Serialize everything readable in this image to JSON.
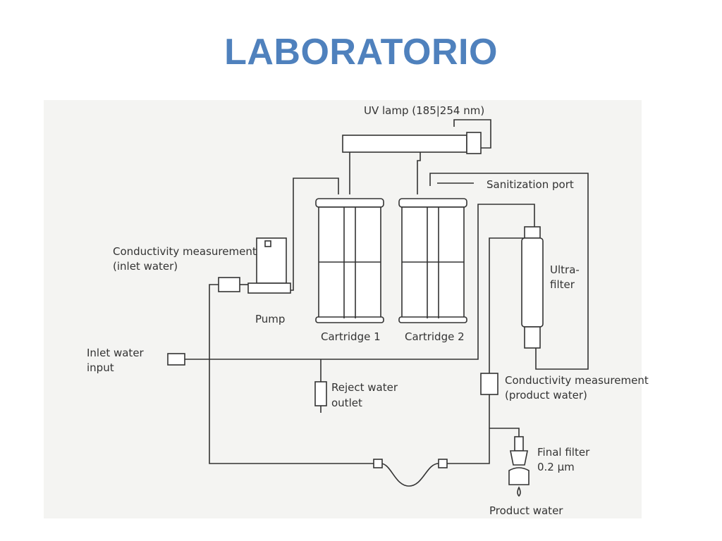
{
  "title": "LABORATORIO",
  "labels": {
    "uv_lamp": "UV lamp (185|254 nm)",
    "sanitization_port": "Sanitization port",
    "conductivity_inlet_1": "Conductivity measurement",
    "conductivity_inlet_2": "(inlet water)",
    "pump": "Pump",
    "cartridge_1": "Cartridge 1",
    "cartridge_2": "Cartridge 2",
    "ultrafilter_1": "Ultra-",
    "ultrafilter_2": "filter",
    "inlet_water_1": "Inlet water",
    "inlet_water_2": "input",
    "reject_water_1": "Reject water",
    "reject_water_2": "outlet",
    "conductivity_product_1": "Conductivity measurement",
    "conductivity_product_2": "(product water)",
    "final_filter_1": "Final filter",
    "final_filter_2": "0.2 µm",
    "product_water": "Product water"
  },
  "colors": {
    "title": "#4F81BD",
    "line": "#333333",
    "panel": "#f4f4f2"
  }
}
